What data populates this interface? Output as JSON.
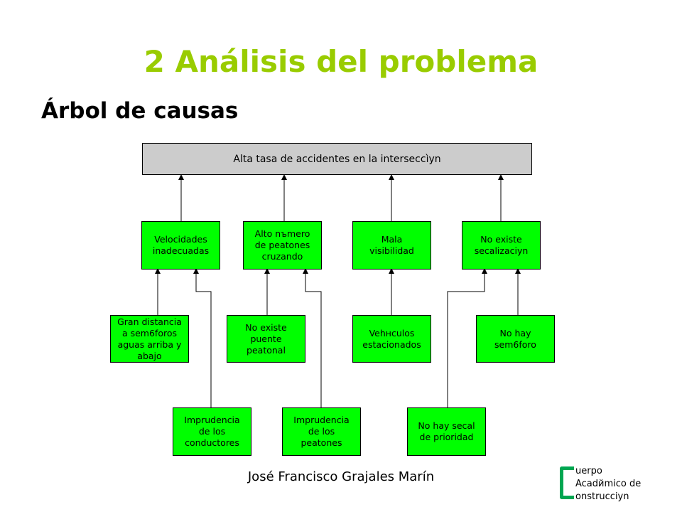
{
  "title": "2 Análisis del problema",
  "subtitle": "Árbol de causas",
  "diagram": {
    "effect": "Alta tasa de accidentes en la interseccìyn",
    "causes": [
      "Velocidades\ninadecuadas",
      "Alto nъmero\nde peatones\ncruzando",
      "Mala\nvisibilidad",
      "No existe\nsecalizaciyn"
    ],
    "subcauses": [
      "Gran distancia\na sem6foros\naguas arriba y\nabajo",
      "No existe\npuente\npeatonal",
      "Vehнculos\nestacionados",
      "No hay\nsem6foro"
    ],
    "root_causes": [
      "Imprudencia\nde los\nconductores",
      "Imprudencia\nde los\npeatones",
      "No hay secal\nde prioridad"
    ]
  },
  "footer": "José Francisco Grajales Marín",
  "logo": {
    "line1": "uerpo",
    "line2": "Acadйmico de",
    "line3": "onstrucciyn"
  },
  "colors": {
    "title": "#99cc00",
    "box_fill": "#00ff00",
    "effect_fill": "#cccccc",
    "logo": "#00a651"
  }
}
